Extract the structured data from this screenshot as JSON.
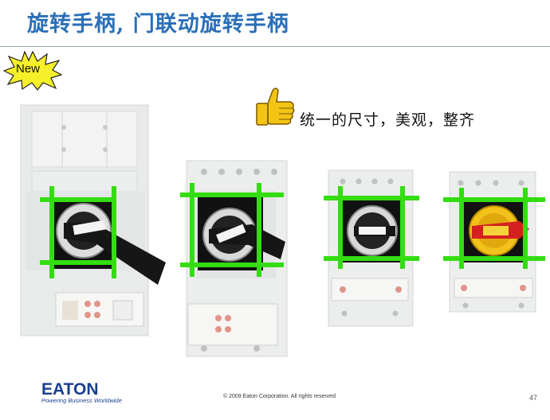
{
  "slide": {
    "title": "旋转手柄, 门联动旋转手柄",
    "badge": "New",
    "slogan": "统一的尺寸，美观，整齐",
    "thumb_icon": "thumbs-up-icon"
  },
  "footer": {
    "logo": "EATON",
    "tagline": "Powering Business Worldwide",
    "copyright": "© 2009 Eaton Corporation. All rights reserved",
    "page_number": "47"
  },
  "colors": {
    "title": "#2a6fb8",
    "frame_green": "#33dd11",
    "handle_red": "#d42020",
    "handle_yellow": "#f2c21a",
    "logo_blue": "#1b3f8f"
  }
}
